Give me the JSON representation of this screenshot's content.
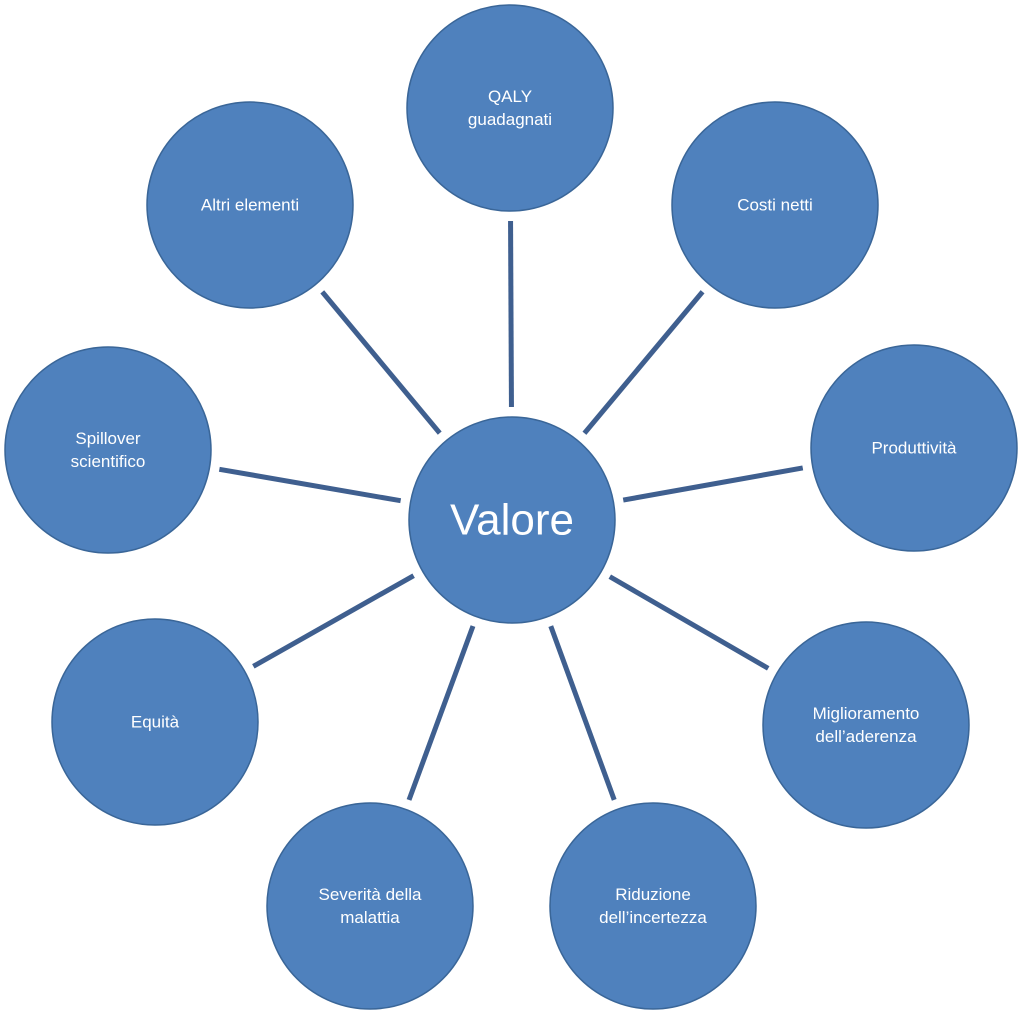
{
  "diagram": {
    "center": {
      "label": "Valore"
    },
    "nodes": [
      {
        "id": "qaly",
        "lines": [
          "QALY",
          "guadagnati"
        ]
      },
      {
        "id": "costi",
        "lines": [
          "Costi netti"
        ]
      },
      {
        "id": "produttivita",
        "lines": [
          "Produttività"
        ]
      },
      {
        "id": "aderenza",
        "lines": [
          "Miglioramento",
          "dell’aderenza"
        ]
      },
      {
        "id": "incertezza",
        "lines": [
          "Riduzione",
          "dell’incertezza"
        ]
      },
      {
        "id": "severita",
        "lines": [
          "Severità della",
          "malattia"
        ]
      },
      {
        "id": "equita",
        "lines": [
          "Equità"
        ]
      },
      {
        "id": "spillover",
        "lines": [
          "Spillover",
          "scientifico"
        ]
      },
      {
        "id": "altri",
        "lines": [
          "Altri elementi"
        ]
      }
    ],
    "colors": {
      "node_fill": "#4f81bd",
      "node_stroke": "#3a6698",
      "connector": "#3f5f8f",
      "text": "#ffffff"
    }
  }
}
